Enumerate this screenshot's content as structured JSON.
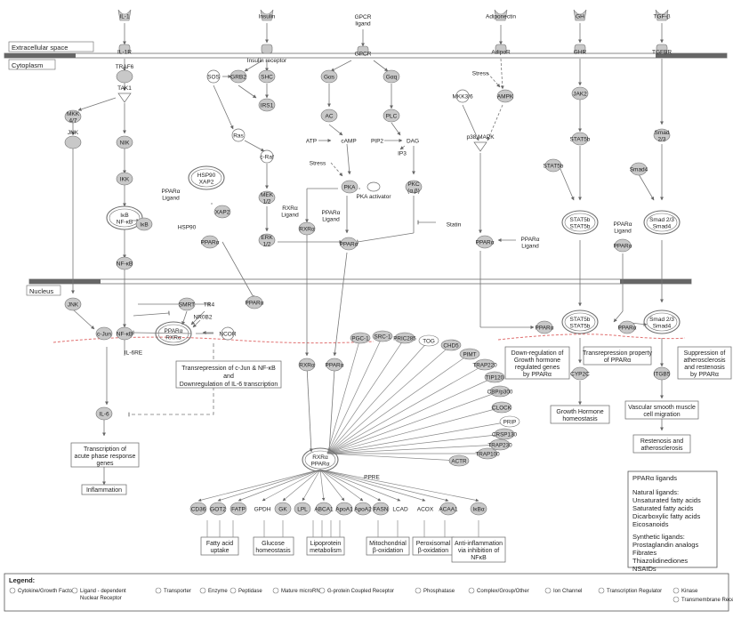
{
  "compartments": {
    "extracellular": "Extracellular space",
    "cytoplasm": "Cytoplasm",
    "nucleus": "Nucleus"
  },
  "nodes": {
    "il1": "IL-1",
    "il1r": "IL-1R",
    "traf6": "TRAF6",
    "tak1": "TAK1",
    "mkk47": "MKK 4/7",
    "jnk": "JNK",
    "nik": "NIK",
    "ikk": "IKK",
    "ikb_nfkb": "IκB NF-κB",
    "ikb": "IκB",
    "nfkb": "NF-κB",
    "insulin": "Insulin",
    "insulin_receptor": "Insulin receptor",
    "sos": "SOS",
    "grb2": "GRB2",
    "shc": "SHC",
    "irs1": "IRS1",
    "ras": "Ras",
    "craf": "c-Raf",
    "hsp90_xap2": "HSP90 XAP2",
    "pparg_complex": "PPARα",
    "ppar_ligand_1": "PPARα Ligand",
    "hsp90": "HSP90",
    "xap2": "XAP2",
    "ppara_cyto1": "PPARα",
    "mek12": "MEK 1/2",
    "erk12": "ERK 1/2",
    "gpcr_ligand": "GPCR ligand",
    "gpcr": "GPCR",
    "gas": "Gαs",
    "gaq": "Gαq",
    "ac": "AC",
    "atp": "ATP",
    "camp": "cAMP",
    "plc": "PLC",
    "pip2": "PIP2",
    "dag": "DAG",
    "ip3": "IP3",
    "stress1": "Stress",
    "pka": "PKA",
    "pka_activator": "PKA activator",
    "pkc": "PKC (α,β)",
    "statin": "Statin",
    "rxra_ligand": "RXRα Ligand",
    "rxra_cyto": "RXRα",
    "ppar_ligand_2": "PPARα Ligand",
    "ppara_cyto2": "PPARα",
    "adiponectin": "Adiponectin",
    "adipor": "AdipoR",
    "stress2": "Stress",
    "ampk": "AMPK",
    "mkk36": "MKK3/6",
    "p38": "p38 MAPK",
    "ppara_cyto3": "PPARα",
    "ppar_ligand_3": "PPARα Ligand",
    "gh": "GH",
    "ghr": "GHR",
    "jak2": "JAK2",
    "stat5b_1": "STAT5b",
    "stat5b_2": "STAT5b",
    "stat5b_dimer": "STAT5b STAT5b",
    "ppar_ligand_4": "PPARα Ligand",
    "ppara_cyto4": "PPARα",
    "tgfb": "TGF-β",
    "tgfbr": "TGFBR",
    "smad23": "Smad 2/3",
    "smad4": "Smad4",
    "smad_complex": "Smad 2/3 Smad4",
    "jnk_n": "JNK",
    "cjun": "c-Jun",
    "nfkb_n": "NF-κB",
    "ppara_rxra_n": "PPARα RXRα",
    "smrt": "SMRT",
    "tr4": "TR4",
    "nr0b2": "NR0B2",
    "ncor": "NCOR",
    "ppara_n1": "PPARα",
    "il6re": "IL-6RE",
    "il6": "IL-6",
    "stat5b_n": "STAT5b STAT5b",
    "ppara_n2": "PPARα",
    "smad_n": "Smad 2/3 Smad4",
    "ppara_n3": "PPARα",
    "cyp2c": "CYP2C",
    "itgb5": "ITGB5",
    "rxra_n": "RXRα",
    "ppara_n4": "PPARα",
    "pgc1": "PGC-1",
    "src1": "SRC-1",
    "pric285": "PRIC285",
    "tog": "TOG",
    "chd5": "CHD5",
    "pimt": "PIMT",
    "trap220a": "TRAP220",
    "tip120": "TIP120",
    "cbp": "CBP/p300",
    "clock": "CLOCK",
    "prip": "PRIP",
    "crsp130": "CRSP130",
    "trap230": "TRAP230",
    "trap100": "TRAP100",
    "actr": "ACTR",
    "rxra_ppara_main": "RXRα PPARα",
    "ppre": "PPRE",
    "cd36": "CD36",
    "got2": "GOT2",
    "fatp": "FATP",
    "gpdh": "GPDH",
    "gk": "GK",
    "lpl": "LPL",
    "abca1": "ABCA1",
    "apoa1": "ApoA1",
    "apoa2": "ApoA2",
    "fasn": "FASN",
    "lcad": "LCAD",
    "acox": "ACOX",
    "acaa1": "ACAA1",
    "ikba": "IκBα"
  },
  "outcomes": {
    "transrepression_cjun": "Transrepression of c-Jun & NF-κB and Downregulation of IL-6 transcription",
    "acute_phase": "Transcription of acute phase response genes",
    "inflammation": "Inflammation",
    "downregulation_gh": "Down-regulation of Growth hormone regulated genes by PPARα",
    "gh_homeostasis": "Growth Hormone homeostasis",
    "transrepression_ppar": "Transrepression property of PPARα",
    "suppression_athero": "Suppression of atherosclerosis and restenosis by PPARα",
    "vsmc_migration": "Vascular smooth muscle cell migration",
    "restenosis": "Restenosis and atherosclerosis",
    "fatty_acid_uptake": "Fatty acid uptake",
    "glucose_homeostasis": "Glucose homeostasis",
    "lipoprotein": "Lipoprotein metabolism",
    "mito_oxidation": "Mitochondrial β-oxidation",
    "perox_oxidation": "Peroxisomal β-oxidation",
    "anti_inflammation": "Anti-inflammation via inhibition of NFκB"
  },
  "ligand_box": {
    "title": "PPARα ligands",
    "natural_header": "Natural ligands:",
    "natural": [
      "Unsaturated fatty acids",
      "Saturated fatty acids",
      "Dicarboxylic fatty acids",
      "Eicosanoids"
    ],
    "synthetic_header": "Synthetic ligands:",
    "synthetic": [
      "Prostaglandin analogs",
      "Fibrates",
      "Thiazolidinediones",
      "NSAIDs"
    ]
  },
  "legend": {
    "title": "Legend:",
    "items": [
      {
        "icon": "cytokine-icon",
        "label": "Cytokine/Growth Factor"
      },
      {
        "icon": "nuclear-receptor-icon",
        "label": "Ligand - dependent Nuclear Receptor"
      },
      {
        "icon": "transporter-icon",
        "label": "Transporter"
      },
      {
        "icon": "enzyme-icon",
        "label": "Enzyme"
      },
      {
        "icon": "peptidase-icon",
        "label": "Peptidase"
      },
      {
        "icon": "microrna-icon",
        "label": "Mature microRNA"
      },
      {
        "icon": "gpcr-icon",
        "label": "G-protein Coupled Receptor"
      },
      {
        "icon": "phosphatase-icon",
        "label": "Phosphatase"
      },
      {
        "icon": "complex-icon",
        "label": "Complex/Group/Other"
      },
      {
        "icon": "ion-channel-icon",
        "label": "Ion Channel"
      },
      {
        "icon": "transcription-regulator-icon",
        "label": "Transcription Regulator"
      },
      {
        "icon": "kinase-icon",
        "label": "Kinase"
      },
      {
        "icon": "transmembrane-receptor-icon",
        "label": "Transmembrane Receptor"
      }
    ]
  },
  "colors": {
    "node_fill": "#c8c8c8",
    "node_stroke": "#707070",
    "membrane": "#666666",
    "inhibit_dash": "#e07070"
  }
}
